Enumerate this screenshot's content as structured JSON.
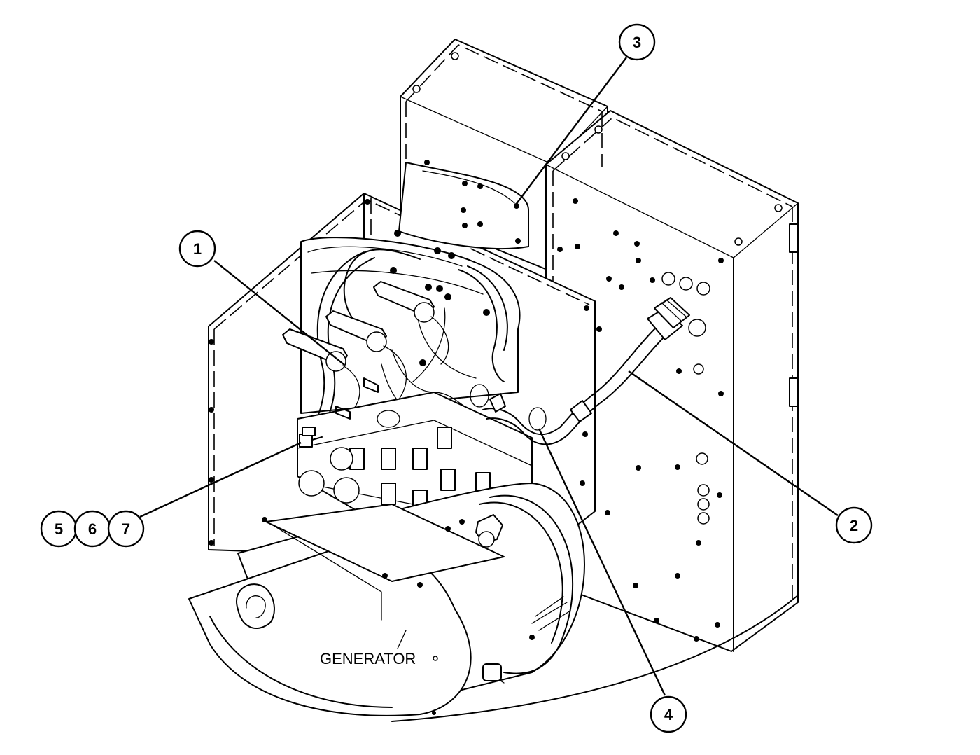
{
  "diagram": {
    "label": "GENERATOR",
    "callouts": [
      "1",
      "2",
      "3",
      "4",
      "5",
      "6",
      "7"
    ],
    "colors": {
      "line": "#000000",
      "background": "#ffffff"
    }
  }
}
